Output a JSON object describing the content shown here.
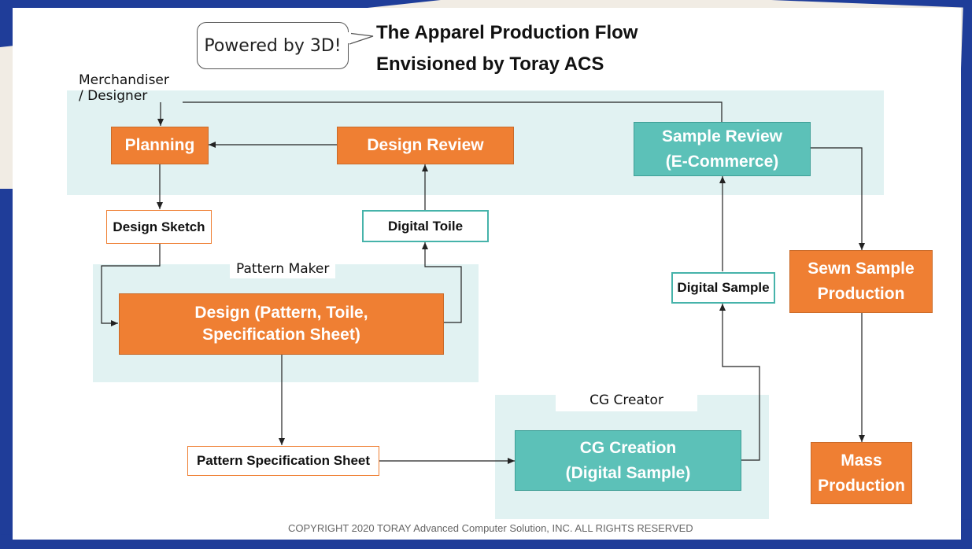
{
  "callout": {
    "text": "Powered by 3D!"
  },
  "title": {
    "line1": "The Apparel Production Flow",
    "line2": "Envisioned by Toray ACS"
  },
  "roles": {
    "merchandiser_line1": "Merchandiser",
    "merchandiser_line2": "/ Designer",
    "pattern_maker": "Pattern Maker",
    "cg_creator": "CG Creator"
  },
  "nodes": {
    "planning": "Planning",
    "design_review": "Design Review",
    "sample_review_line1": "Sample Review",
    "sample_review_line2": "(E-Commerce)",
    "design_sketch": "Design Sketch",
    "digital_toile": "Digital Toile",
    "design_line1": "Design (Pattern, Toile,",
    "design_line2": "Specification Sheet)",
    "digital_sample": "Digital Sample",
    "sewn_line1": "Sewn Sample",
    "sewn_line2": "Production",
    "pattern_spec": "Pattern  Specification Sheet",
    "cg_line1": "CG Creation",
    "cg_line2": "(Digital Sample)",
    "mass_line1": "Mass",
    "mass_line2": "Production"
  },
  "footer": {
    "copyright": "COPYRIGHT 2020 TORAY Advanced Computer Solution, INC. ALL RIGHTS RESERVED"
  },
  "colors": {
    "orange": "#ef7f33",
    "teal": "#5cc1b8",
    "zone": "#e1f2f2",
    "frame_blue": "#1f3d99",
    "frame_beige": "#f1ece4"
  }
}
